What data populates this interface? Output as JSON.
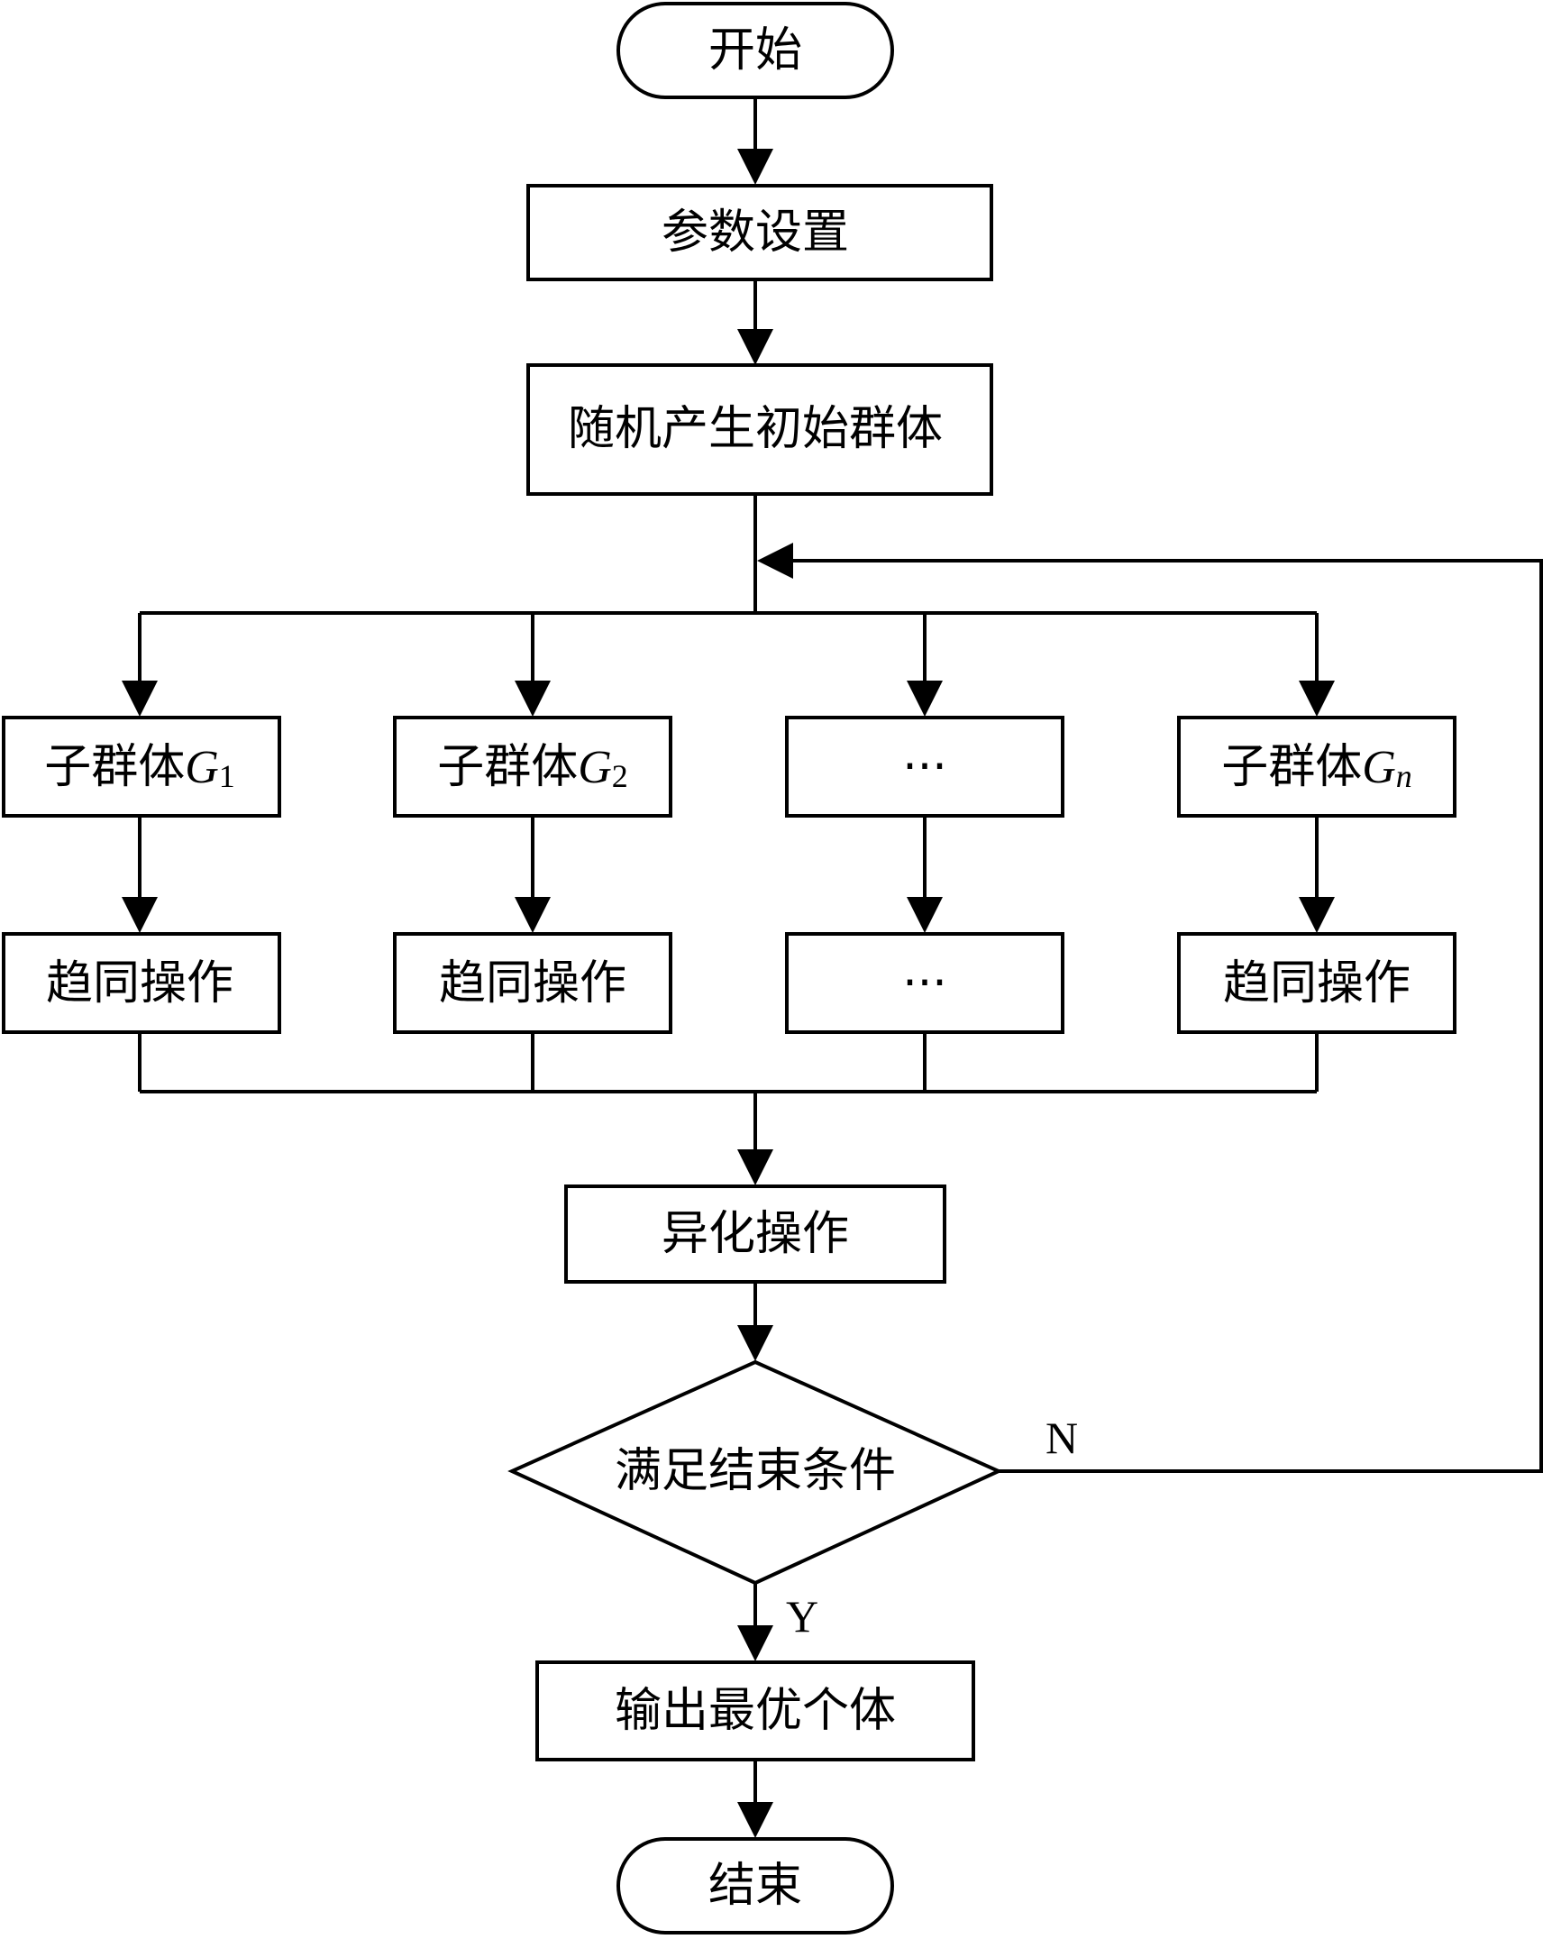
{
  "nodes": {
    "start": "开始",
    "params": "参数设置",
    "init": "随机产生初始群体",
    "sub1": {
      "prefix": "子群体",
      "var": "G",
      "sub": "1"
    },
    "sub2": {
      "prefix": "子群体",
      "var": "G",
      "sub": "2"
    },
    "sub_ellipsis": "···",
    "subn": {
      "prefix": "子群体",
      "var": "G",
      "sub": "n"
    },
    "conv1": "趋同操作",
    "conv2": "趋同操作",
    "conv_ellipsis": "···",
    "convn": "趋同操作",
    "dissim": "异化操作",
    "condition": "满足结束条件",
    "output": "输出最优个体",
    "end": "结束"
  },
  "edges": {
    "no_label": "N",
    "yes_label": "Y"
  }
}
